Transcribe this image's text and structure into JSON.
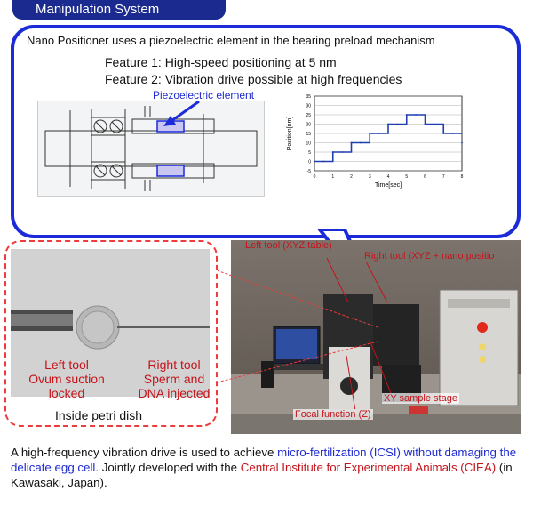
{
  "header": {
    "title": "Manipulation System"
  },
  "callout": {
    "line1": "Nano Positioner uses a piezoelectric element in the bearing preload mechanism",
    "feature1": "Feature 1: High-speed positioning at 5 nm",
    "feature2": "Feature 2: Vibration drive possible at high frequencies",
    "piezo_label": "Piezoelectric element"
  },
  "chart_data": {
    "type": "line",
    "xlabel": "Time[sec]",
    "ylabel": "Position[nm]",
    "xlim": [
      0,
      8
    ],
    "ylim": [
      -5,
      35
    ],
    "xticks": [
      "0",
      "1",
      "2",
      "3",
      "4",
      "5",
      "6",
      "7",
      "8"
    ],
    "yticks": [
      "-5",
      "0",
      "5",
      "10",
      "15",
      "20",
      "25",
      "30",
      "35"
    ],
    "series": [
      {
        "color": "#1f3fb0",
        "x": [
          0.0,
          0.5,
          1.0,
          1.5,
          2.0,
          2.5,
          3.0,
          3.5,
          4.0,
          4.5,
          5.0,
          5.5,
          6.0,
          6.5,
          7.0,
          7.5,
          8.0
        ],
        "y": [
          0,
          0,
          5,
          5,
          10,
          10,
          15,
          15,
          20,
          20,
          25,
          25,
          20,
          20,
          15,
          15,
          10
        ]
      }
    ]
  },
  "photo": {
    "label_left_tool": "Left tool (XYZ table)",
    "label_right_tool": "Right tool (XYZ + nano positio",
    "label_xy": "XY sample stage",
    "label_focal": "Focal function (Z)"
  },
  "inset": {
    "left_tool_l1": "Left tool",
    "left_tool_l2": "Ovum suction",
    "left_tool_l3": "locked",
    "right_tool_l1": "Right tool",
    "right_tool_l2": "Sperm and",
    "right_tool_l3": "DNA injected",
    "caption": "Inside petri dish"
  },
  "bottom": {
    "p1": "A high-frequency vibration drive is used to achieve ",
    "blue1": "micro-fertilization (ICSI) without",
    "blue2": "damaging the delicate egg cell",
    "p2": ". Jointly developed with the ",
    "red1": "Central Institute for",
    "red2": "Experimental Animals (CIEA)",
    "p3": " (in Kawasaki, Japan)."
  }
}
